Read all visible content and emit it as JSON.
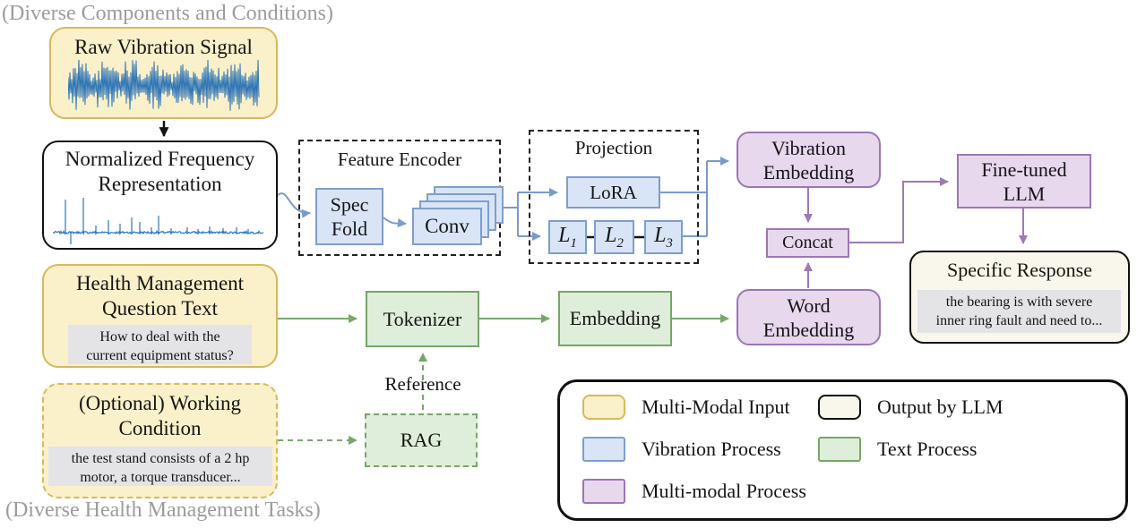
{
  "captions": {
    "top": "(Diverse Components and Conditions)",
    "bottom": "(Diverse Health Management Tasks)"
  },
  "nodes": {
    "raw_signal": {
      "title": "Raw Vibration Signal"
    },
    "norm_freq": {
      "line1": "Normalized Frequency",
      "line2": "Representation"
    },
    "feature_encoder": {
      "title": "Feature Encoder",
      "spec_fold_line1": "Spec",
      "spec_fold_line2": "Fold",
      "conv": "Conv"
    },
    "projection": {
      "title": "Projection",
      "lora": "LoRA",
      "layers": [
        {
          "base": "L",
          "sub": "1"
        },
        {
          "base": "L",
          "sub": "2"
        },
        {
          "base": "L",
          "sub": "3"
        }
      ]
    },
    "vibration_embedding": {
      "line1": "Vibration",
      "line2": "Embedding"
    },
    "concat": {
      "title": "Concat"
    },
    "fine_tuned_llm": {
      "line1": "Fine-tuned",
      "line2": "LLM"
    },
    "specific_response": {
      "title": "Specific Response",
      "body": "the bearing is with severe\ninner ring fault and need to..."
    },
    "question": {
      "line1": "Health Management",
      "line2": "Question Text",
      "body": "How to deal with the\ncurrent equipment status?"
    },
    "tokenizer": {
      "title": "Tokenizer"
    },
    "embedding": {
      "title": "Embedding"
    },
    "word_embedding": {
      "line1": "Word",
      "line2": "Embedding"
    },
    "reference_label": "Reference",
    "rag": {
      "title": "RAG"
    },
    "working_condition": {
      "line1": "(Optional) Working",
      "line2": "Condition",
      "body": "the test stand consists of a 2 hp\nmotor, a torque transducer..."
    }
  },
  "legend": {
    "items": [
      {
        "label": "Multi-Modal Input"
      },
      {
        "label": "Vibration Process"
      },
      {
        "label": "Multi-modal Process"
      },
      {
        "label": "Output by LLM"
      },
      {
        "label": "Text Process"
      }
    ]
  },
  "colors": {
    "yellow-fill": "#faf0c9",
    "yellow-border": "#d6b95c",
    "blue-fill": "#d9e5f6",
    "blue-border": "#7e9ecc",
    "purple-fill": "#e7d8ee",
    "purple-border": "#9d76b3",
    "green-fill": "#dfeeda",
    "green-border": "#74a765",
    "cream-fill": "#f9f7eb",
    "gray-box": "#e4e4e7",
    "caption": "#9c9c9c",
    "signal-blue": "#2e75b6"
  }
}
